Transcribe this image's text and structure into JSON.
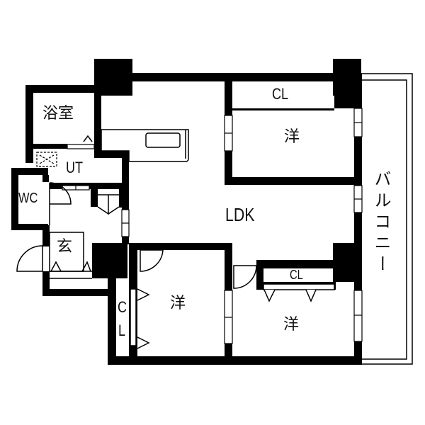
{
  "floor_plan": {
    "title": "",
    "wall_color": "#000000",
    "background": "#ffffff",
    "rooms": [
      {
        "id": "bath",
        "label": "浴室"
      },
      {
        "id": "utility",
        "label": "UT"
      },
      {
        "id": "toilet",
        "label": "WC"
      },
      {
        "id": "entrance",
        "label": "玄"
      },
      {
        "id": "ldk",
        "label": "LDK"
      },
      {
        "id": "closet_top",
        "label": "CL"
      },
      {
        "id": "western_top",
        "label": "洋"
      },
      {
        "id": "closet_left",
        "label_c": "C",
        "label_l": "L"
      },
      {
        "id": "western_bottom_left",
        "label": "洋"
      },
      {
        "id": "closet_bottom_right",
        "label": "CL"
      },
      {
        "id": "western_bottom_right",
        "label": "洋"
      },
      {
        "id": "balcony",
        "label": "バルコニー"
      }
    ]
  }
}
